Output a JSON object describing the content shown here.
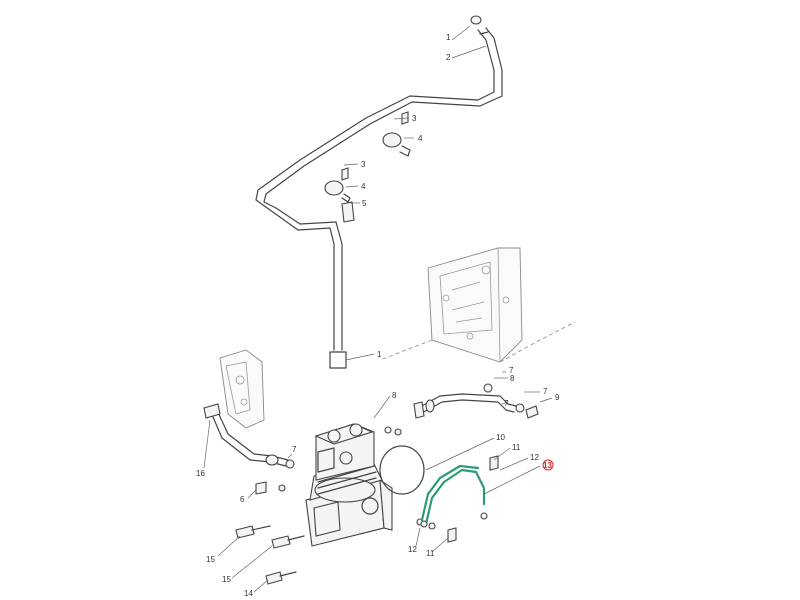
{
  "diagram": {
    "callouts": {
      "c1a": "1",
      "c2": "2",
      "c3a": "3",
      "c4a": "4",
      "c3b": "3",
      "c4b": "4",
      "c5": "5",
      "c1b": "1",
      "c8a": "8",
      "c7a": "7",
      "c7b": "7",
      "c9": "9",
      "c8b": "8",
      "c7c": "7",
      "c10": "10",
      "c11a": "11",
      "c12a": "12",
      "c13": "13",
      "c16": "16",
      "c6": "6",
      "c7d": "7",
      "c12b": "12",
      "c11b": "11",
      "c15a": "15",
      "c15b": "15",
      "c14": "14"
    }
  },
  "colors": {
    "highlight_line": "#2e9a7a",
    "highlight_marker": "#d62828",
    "line": "#444444"
  }
}
